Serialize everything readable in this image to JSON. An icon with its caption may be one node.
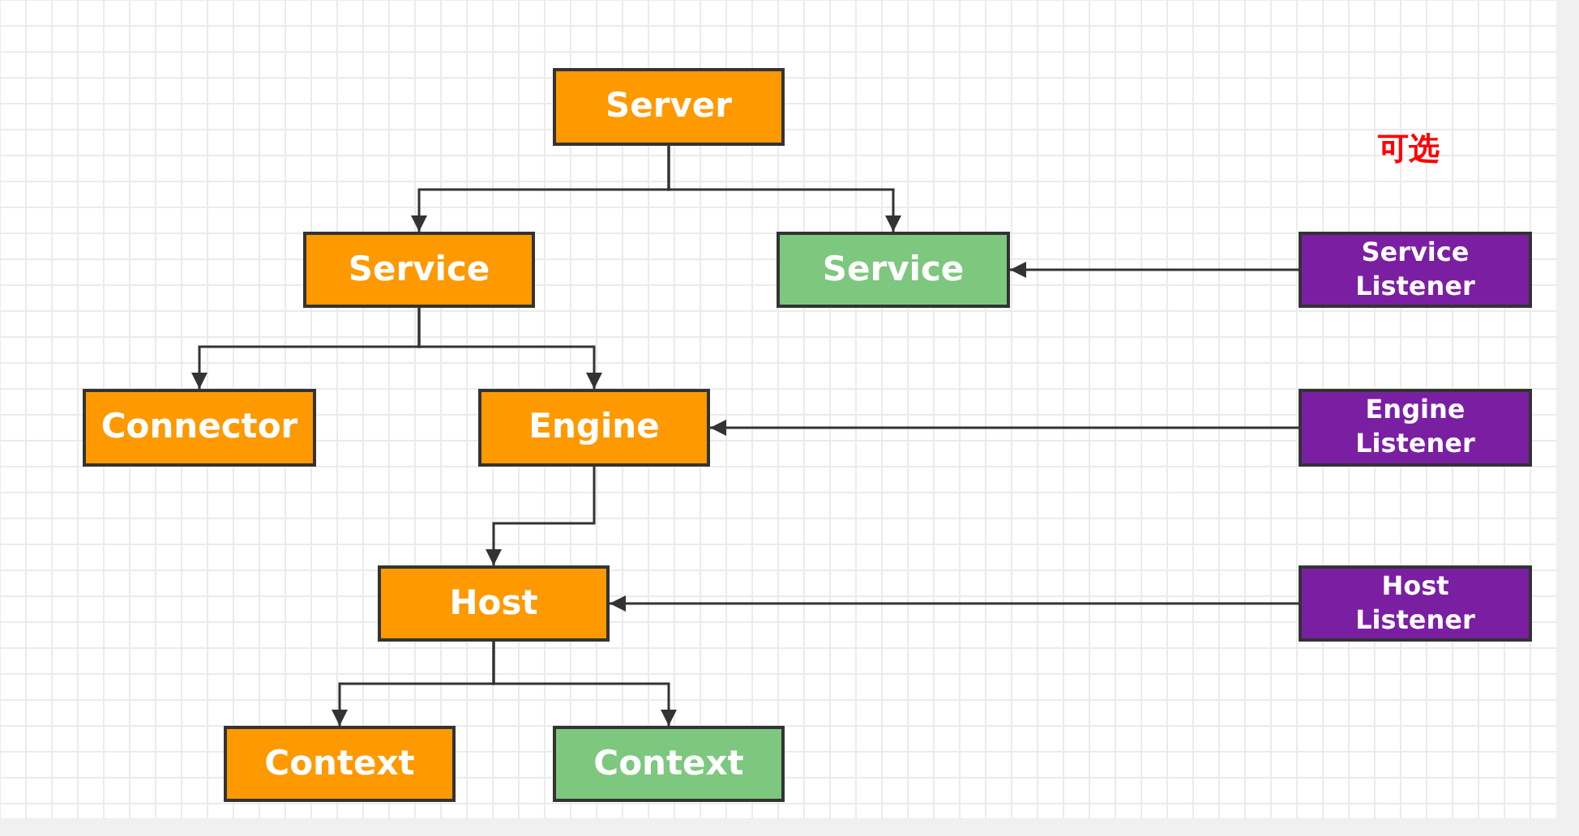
{
  "diagram": {
    "nodes": [
      {
        "text": [
          "Server"
        ]
      },
      {
        "text": [
          "Service"
        ]
      },
      {
        "text": [
          "Service"
        ]
      },
      {
        "text": [
          "Service Listener"
        ]
      },
      {
        "text": [
          "Connector"
        ]
      },
      {
        "text": [
          "Engine"
        ]
      },
      {
        "text": [
          "Engine Listener"
        ]
      },
      {
        "text": [
          "Host"
        ]
      },
      {
        "text": [
          "Host Listener"
        ]
      },
      {
        "text": [
          "Context"
        ]
      },
      {
        "text": [
          "Context"
        ]
      }
    ],
    "edges": [
      {
        "from": 0,
        "to": 1,
        "arrow": "to"
      },
      {
        "from": 0,
        "to": 2,
        "arrow": "to"
      },
      {
        "from": 3,
        "to": 2,
        "arrow": "to"
      },
      {
        "from": 1,
        "to": 4,
        "arrow": "to"
      },
      {
        "from": 1,
        "to": 5,
        "arrow": "to"
      },
      {
        "from": 6,
        "to": 5,
        "arrow": "to"
      },
      {
        "from": 5,
        "to": 7,
        "arrow": "to"
      },
      {
        "from": 8,
        "to": 7,
        "arrow": "to"
      },
      {
        "from": 7,
        "to": 9,
        "arrow": "to"
      },
      {
        "from": 7,
        "to": 10,
        "arrow": "to"
      }
    ],
    "labels": [
      "可选"
    ]
  }
}
